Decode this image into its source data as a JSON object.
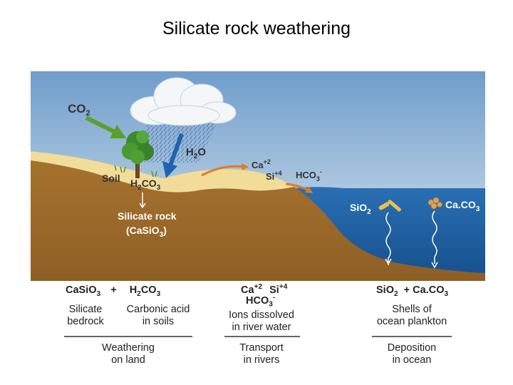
{
  "title": "Silicate rock weathering",
  "scene_labels": {
    "co2": "CO",
    "co2_sub": "2",
    "h2o_h": "H",
    "h2o_sub": "2",
    "h2o_o": "O",
    "soil": "Soil",
    "h2co3_h": "H",
    "h2co3_sub": "2",
    "h2co3_rest": "CO",
    "h2co3_sub2": "3",
    "silicate_rock": "Silicate rock",
    "casio3_formula": "(CaSiO",
    "casio3_sub": "3",
    "casio3_close": ")",
    "ca": "Ca",
    "ca_sup": "+2",
    "si": "Si",
    "si_sup": "+4",
    "hco3": "HCO",
    "hco3_sub": "3",
    "hco3_sup": "-",
    "sio2": "SiO",
    "sio2_sub": "2",
    "caco3": "Ca.CO",
    "caco3_sub": "3"
  },
  "columns": {
    "weathering": {
      "eq_left": "CaSiO",
      "eq_left_sub": "3",
      "plus": "+",
      "eq_right": "H",
      "eq_right_sub": "2",
      "eq_right_rest": "CO",
      "eq_right_sub2": "3",
      "cap_left_1": "Silicate",
      "cap_left_2": "bedrock",
      "cap_right_1": "Carbonic acid",
      "cap_right_2": "in soils",
      "footer_1": "Weathering",
      "footer_2": "on land"
    },
    "transport": {
      "eq_line1_ca": "Ca",
      "eq_line1_ca_sup": "+2",
      "eq_line1_si": "Si",
      "eq_line1_si_sup": "+4",
      "eq_line2": "HCO",
      "eq_line2_sub": "3",
      "eq_line2_sup": "-",
      "cap_1": "Ions dissolved",
      "cap_2": "in river water",
      "footer_1": "Transport",
      "footer_2": "in rivers"
    },
    "deposition": {
      "eq_a": "SiO",
      "eq_a_sub": "2",
      "eq_plus": "+ Ca.CO",
      "eq_b_sub": "3",
      "cap_1": "Shells of",
      "cap_2": "ocean plankton",
      "footer_1": "Deposition",
      "footer_2": "in ocean"
    }
  },
  "colors": {
    "sky_top": "#6f9dcb",
    "sky_bottom": "#d9e6f0",
    "land": "#9c6b2c",
    "soil": "#f2dc9a",
    "ocean": "#1f5fa0",
    "arrow_green": "#5aa12a",
    "arrow_blue": "#1f63b0",
    "arrow_orange": "#e07b25"
  }
}
